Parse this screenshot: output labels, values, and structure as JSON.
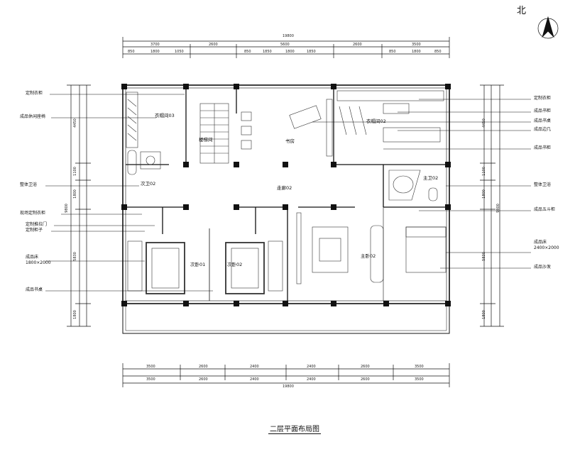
{
  "north": "北",
  "title": "二层平面布局图",
  "dimensions": {
    "top_total": "19800",
    "top_row1": [
      "3700",
      "2600",
      "5600",
      "2600",
      "3500"
    ],
    "top_row2": [
      "850",
      "1800",
      "1050",
      "850",
      "1850",
      "1800",
      "1850",
      "850",
      "1800",
      "850"
    ],
    "left_outer": "9800",
    "left_row1": [
      "4450",
      "1100",
      "1800",
      "5830",
      "1800"
    ],
    "right_outer": "9800",
    "right_row1": [
      "4450",
      "1100",
      "1800",
      "5830",
      "1800"
    ],
    "bottom_row1": [
      "3500",
      "2600",
      "2400",
      "2400",
      "2600",
      "3500"
    ],
    "bottom_row2": [
      "3500",
      "2600",
      "2400",
      "2400",
      "2600",
      "3500"
    ],
    "bottom_total": "19800"
  },
  "rooms": {
    "cloakroom03": "衣帽间03",
    "stair": "楼梯间",
    "study": "书房",
    "cloakroom02": "衣帽间02",
    "bath02_left": "次卫02",
    "corridor02": "走廊02",
    "master_bath02": "主卫02",
    "second_bed01": "次卧01",
    "second_bed02": "次卧02",
    "master_bed02": "主卧02"
  },
  "left_labels": [
    "定制衣柜",
    "成品休闲座椅",
    "整体卫浴",
    "现场定制衣柜",
    "定制推拉门",
    "定制柜子",
    "成品床",
    "1800×2000",
    "成品书桌"
  ],
  "right_labels": [
    "定制衣柜",
    "成品书柜",
    "成品书桌",
    "成品边几",
    "成品书柜",
    "整体卫浴",
    "成品五斗柜",
    "成品床",
    "2400×2000",
    "成品沙发"
  ],
  "colors": {
    "line": "#111111",
    "wall": "#111111",
    "hatch": "#555555"
  }
}
